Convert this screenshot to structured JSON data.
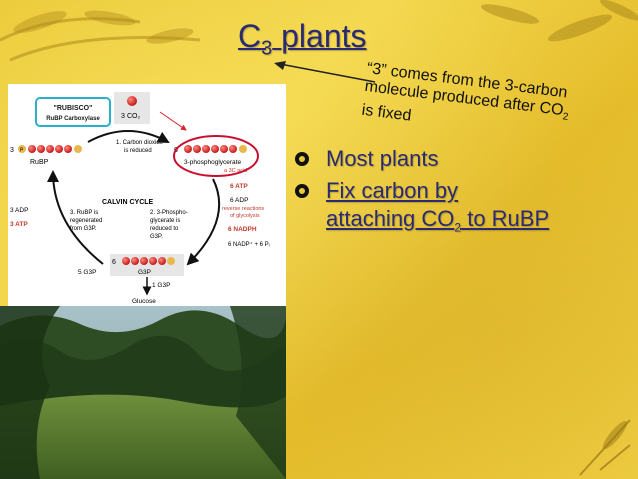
{
  "slide": {
    "title_main": "C",
    "title_sub": "3",
    "title_rest": " plants",
    "note_line1": "“3” comes from the 3-carbon",
    "note_line2_pre": "molecule produced after CO",
    "note_line2_sub": "2",
    "note_line3": "is fixed",
    "bullets": {
      "b1": "Most plants",
      "b2": "Fix carbon by",
      "b3_pre": "attaching CO",
      "b3_sub": "2",
      "b3_post": " to RuBP"
    }
  },
  "diagram": {
    "rubisco_line1": "\"RUBISCO\"",
    "rubisco_line2": "RuBP Carboxylase",
    "co2_num": "3",
    "co2_label": "CO₂",
    "left_num": "3",
    "p_mark": "P",
    "rubp": "RuBP",
    "step1_line1": "1. Carbon dioxide",
    "step1_line2": "is reduced",
    "right_num": "6",
    "pga_line1": "3-phosphoglycerate",
    "pga_line2": "a 3C acid",
    "calvin": "CALVIN CYCLE",
    "atp6": "6 ATP",
    "adp6": "6 ADP",
    "rev_line1": "reverse reactions",
    "rev_line2": "of glycolysis",
    "adp3": "3 ADP",
    "atp3": "3 ATP",
    "step3_line1": "3. RuBP is",
    "step3_line2": "regenerated",
    "step3_line3": "from G3P.",
    "step2_line1": "2. 3-Phospho-",
    "step2_line2": "glycerate is",
    "step2_line3": "reduced to",
    "step2_line4": "G3P.",
    "nadph": "6 NADPH",
    "nadp": "6 NADP⁺ + 6 Pᵢ",
    "g3p_num": "6",
    "g3p5": "5 G3P",
    "g3p": "G3P",
    "g3p1": "1 G3P",
    "glucose": "Glucose"
  },
  "colors": {
    "background": "#ecc93a",
    "title": "#2a2a74",
    "red_ball": "#d7262a",
    "rubisco_box": "#2ab0c8",
    "circle_highlight": "#c8102e",
    "arrow_red": "#d7262a"
  }
}
